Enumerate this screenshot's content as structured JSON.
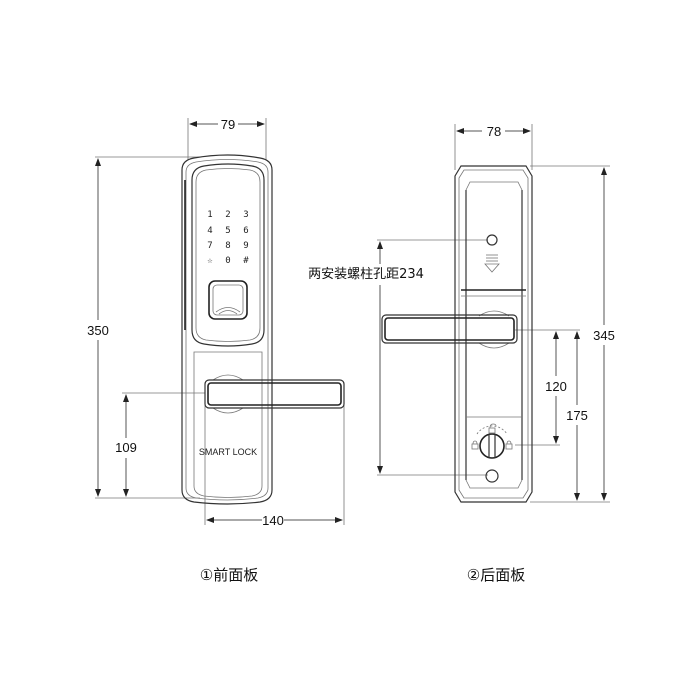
{
  "front_panel": {
    "caption": "①前面板",
    "width_dim": "79",
    "height_dim": "350",
    "handle_height_dim": "109",
    "handle_length_dim": "140",
    "brand_label": "SMART LOCK",
    "keypad": [
      "1",
      "2",
      "3",
      "4",
      "5",
      "6",
      "7",
      "8",
      "9",
      "☆",
      "0",
      "#"
    ]
  },
  "back_panel": {
    "caption": "②后面板",
    "width_dim": "78",
    "height_dim": "345",
    "handle_to_knob_dim": "120",
    "handle_height_dim": "175",
    "mounting_note": "两安装螺柱孔距234"
  },
  "colors": {
    "line": "#333333",
    "background": "#ffffff"
  }
}
